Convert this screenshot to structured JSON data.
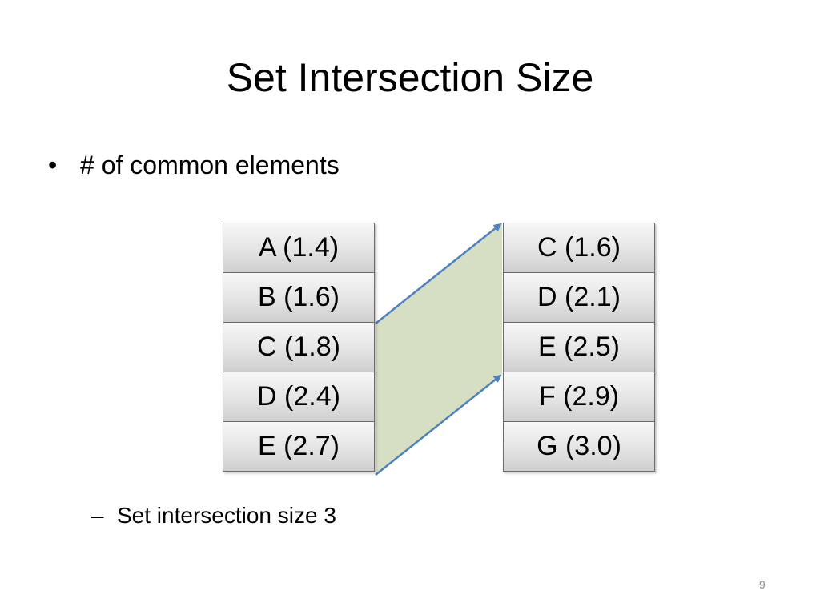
{
  "slide": {
    "title": "Set Intersection Size",
    "bullet_marker": "•",
    "bullet": "# of common elements",
    "sub_bullet_marker": "–",
    "sub_bullet": "Set intersection size 3",
    "page_number": "9"
  },
  "diagram": {
    "left_set": [
      "A (1.4)",
      "B (1.6)",
      "C (1.8)",
      "D (2.4)",
      "E (2.7)"
    ],
    "right_set": [
      "C (1.6)",
      "D (2.1)",
      "E (2.5)",
      "F (2.9)",
      "G (3.0)"
    ],
    "intersection": [
      "C",
      "D",
      "E"
    ],
    "colors": {
      "region_fill": "#d6dfc4",
      "arrow": "#4f81bd",
      "cell_border": "#6b6b6b"
    }
  }
}
